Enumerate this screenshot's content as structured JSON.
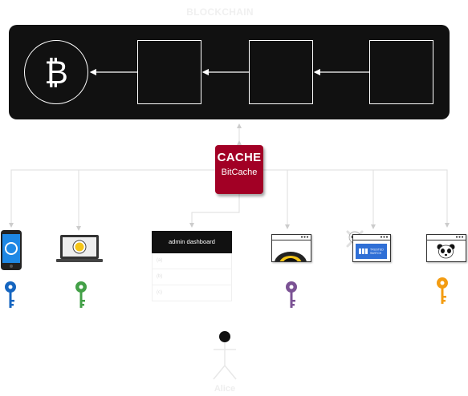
{
  "blockchain": {
    "title": "BLOCKCHAIN",
    "coin_symbol": "₿"
  },
  "cache": {
    "title": "CACHE",
    "subtitle": "BitCache"
  },
  "dashboard": {
    "title": "admin dashboard",
    "rows": [
      "(a)",
      "(b)",
      "(c)"
    ]
  },
  "thumbnail_text": [
    "TRUSTED",
    "SWITCH"
  ],
  "actor": {
    "name": "Alice"
  },
  "colors": {
    "chain_bg": "#111111",
    "cache_bg": "#a20025",
    "key_blue": "#1565c0",
    "key_green": "#43a047",
    "key_purple": "#7b5294",
    "key_orange": "#f39c12",
    "wire": "#dddddd",
    "chain_arrow": "#ffffff"
  },
  "icons": {
    "coin": "bitcoin-icon",
    "phone": "mobile-phone-icon",
    "laptop": "laptop-icon",
    "skull": "skull-crossbones-icon",
    "panda": "panda-icon",
    "key": "key-icon",
    "person": "stick-figure-icon"
  }
}
